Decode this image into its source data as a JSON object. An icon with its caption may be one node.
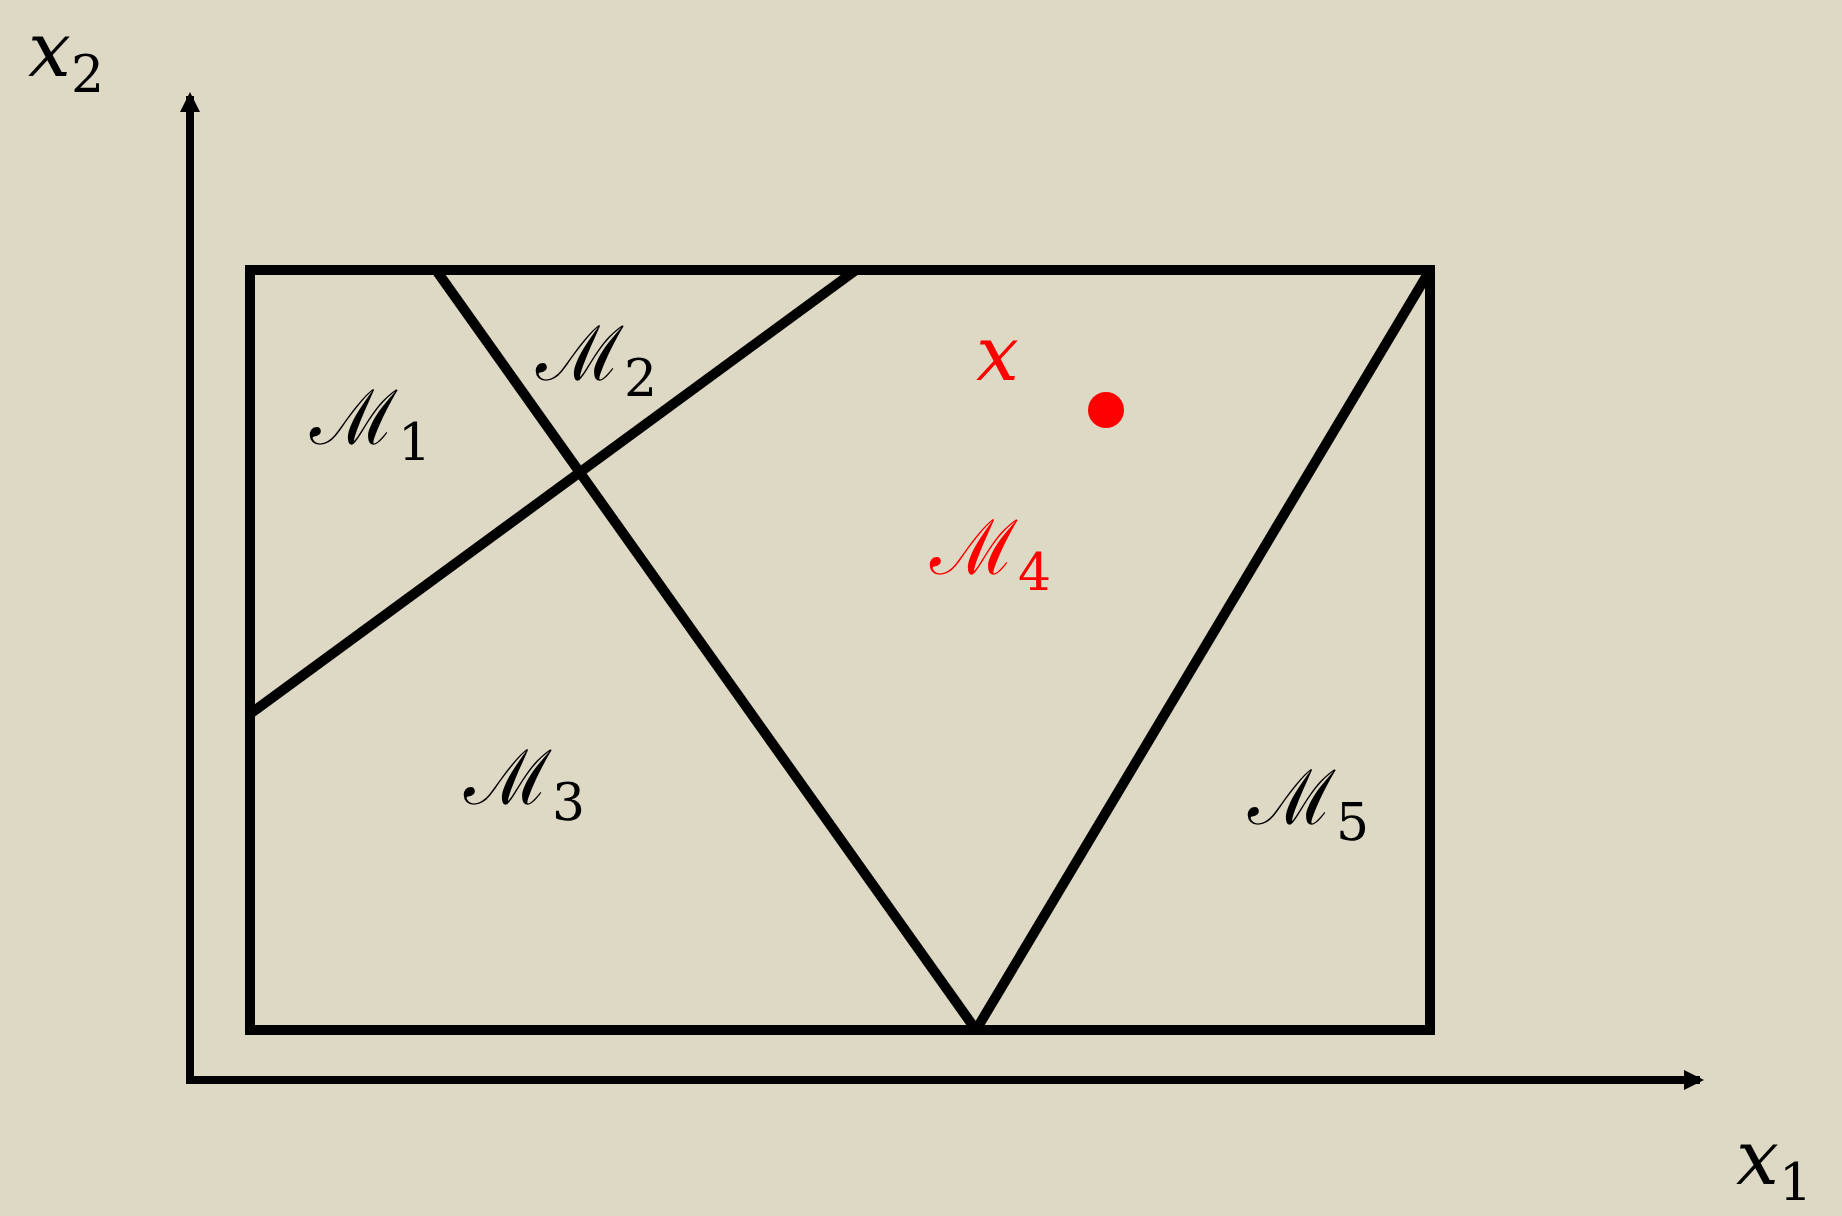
{
  "diagram": {
    "labels": [
      "x$_{2}$",
      "ℳ$_{2}$",
      "ℳ$_{1}$",
      "x",
      "ℳ$_{4}$",
      "ℳ$_{3}$",
      "ℳ$_{5}$",
      "x$_{1}$"
    ]
  }
}
